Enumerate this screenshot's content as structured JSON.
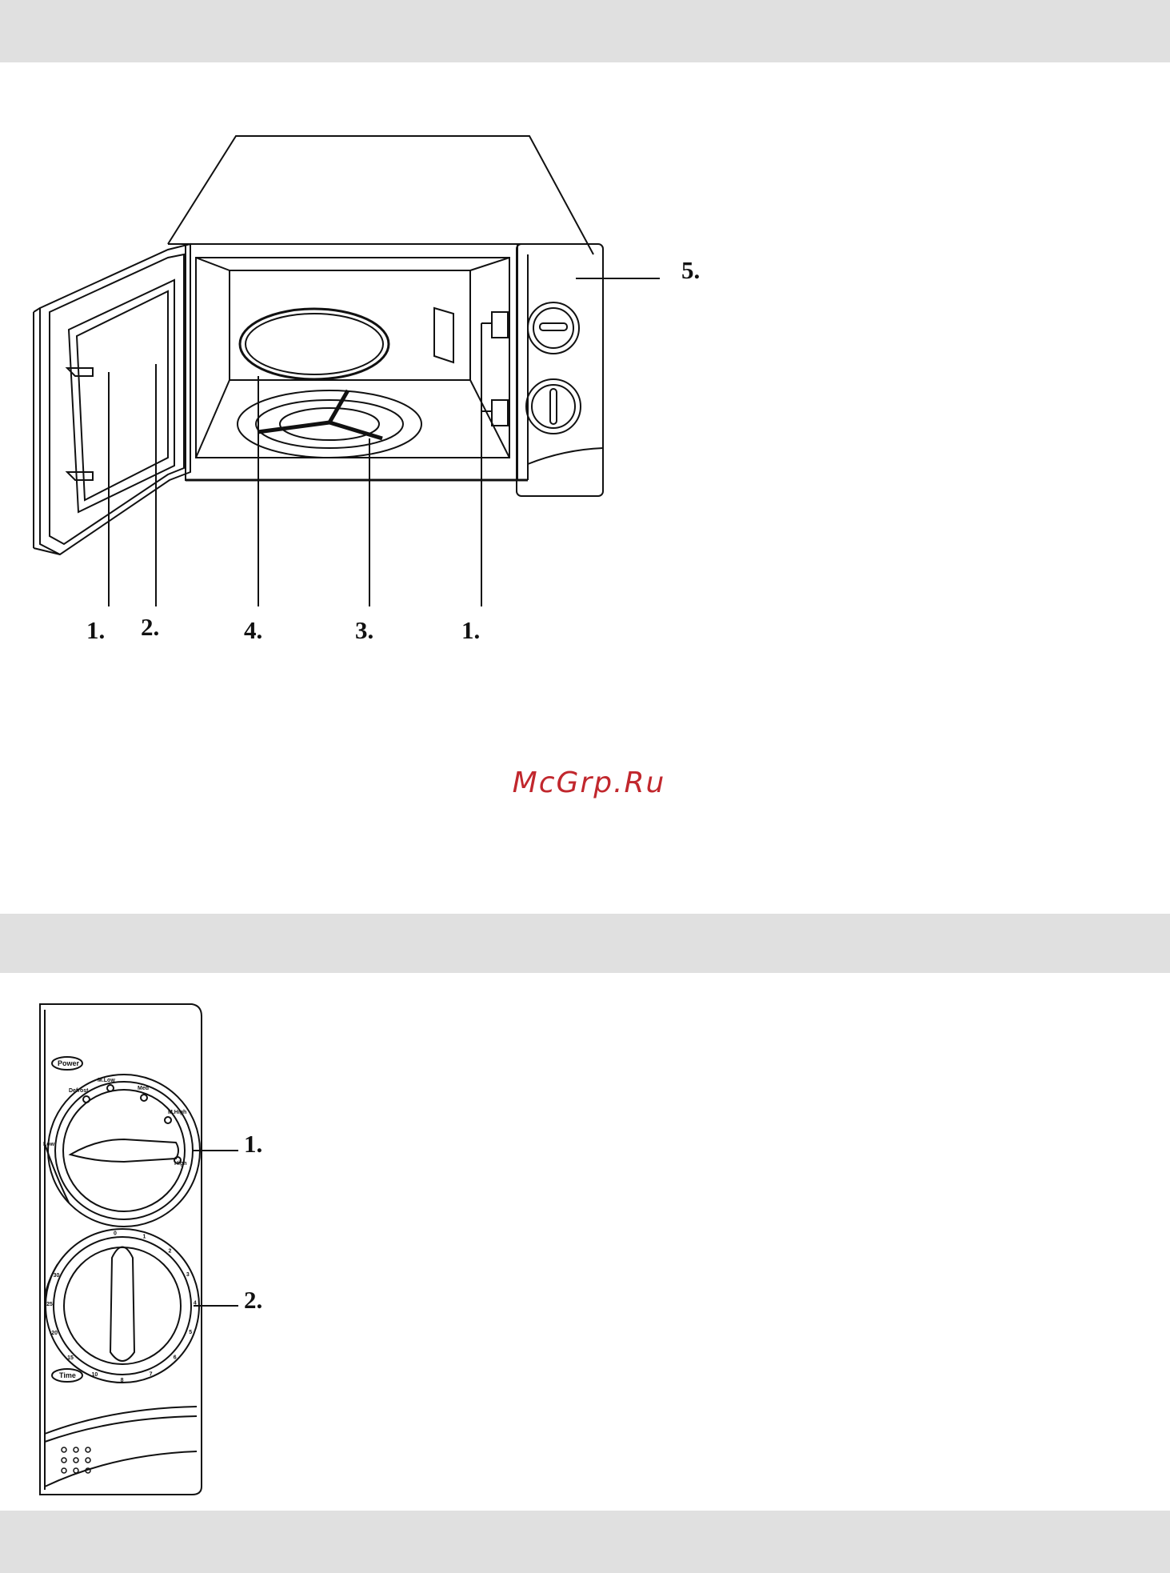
{
  "watermark": "McGrp.Ru",
  "figure1": {
    "callouts": {
      "door_latch_left": "1.",
      "door_window": "2.",
      "turntable_ring": "4.",
      "coupler": "3.",
      "latch_holes": "1.",
      "control_panel": "5."
    }
  },
  "figure2": {
    "callouts": {
      "power_knob": "1.",
      "timer_knob": "2."
    },
    "labels": {
      "power": "Power",
      "time": "Time",
      "defrost": "Defrost",
      "m_low": "M.Low",
      "med": "Med",
      "m_high": "M.High",
      "high": "High",
      "low": "Low"
    },
    "timer_marks": [
      "0",
      "1",
      "2",
      "3",
      "4",
      "5",
      "6",
      "7",
      "8",
      "10",
      "15",
      "20",
      "25",
      "30"
    ]
  },
  "colors": {
    "band": "#e0e0e0",
    "watermark": "#c1272d",
    "line": "#111111"
  }
}
